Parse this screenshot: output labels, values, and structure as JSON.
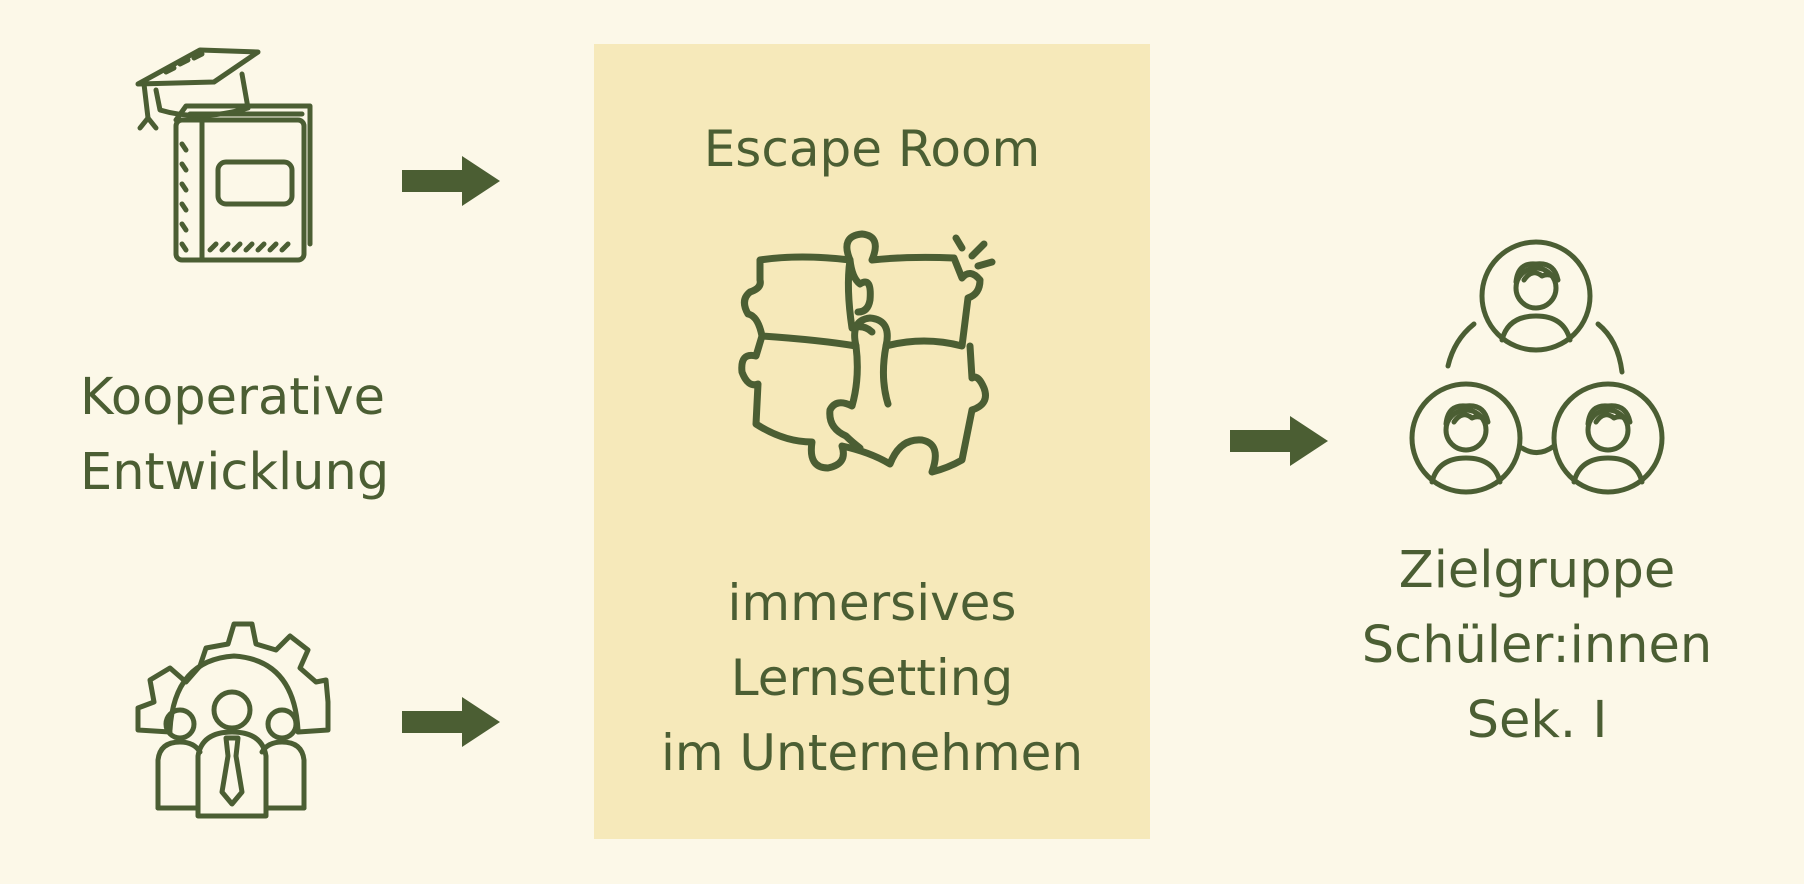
{
  "colors": {
    "background": "#fcf8e8",
    "panel": "#f6e9ba",
    "ink": "#4b5e33"
  },
  "left": {
    "icon_top": "book-graduation-cap-icon",
    "icon_bottom": "team-gear-icon",
    "label_lines": [
      "Kooperative",
      "Entwicklung"
    ]
  },
  "center": {
    "title": "Escape Room",
    "icon": "puzzle-pieces-icon",
    "body_lines": [
      "immersives",
      "Lernsetting",
      "im Unternehmen"
    ]
  },
  "right": {
    "icon": "people-network-icon",
    "label_lines": [
      "Zielgruppe",
      "Schüler:innen",
      "Sek. I"
    ]
  }
}
